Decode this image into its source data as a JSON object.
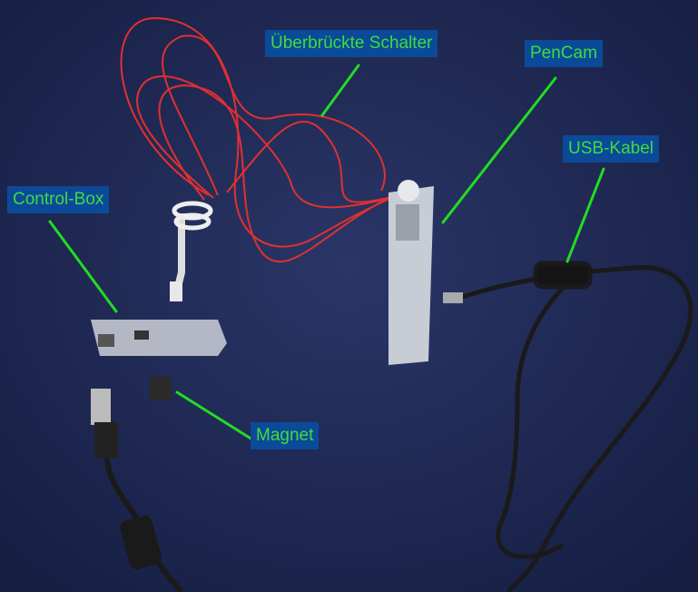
{
  "labels": {
    "switches": "Überbrückte Schalter",
    "pencam": "PenCam",
    "usb_cable": "USB-Kabel",
    "control_box": "Control-Box",
    "magnet": "Magnet"
  },
  "colors": {
    "background": "#1f2a55",
    "label_bg": "#0b4a98",
    "label_text": "#3fdc3f",
    "pointer": "#22dd22",
    "wire": "#e03030"
  }
}
